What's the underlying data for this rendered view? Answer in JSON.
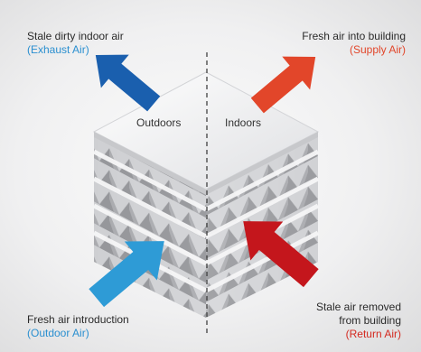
{
  "captions": {
    "top_left": {
      "title": "Stale dirty indoor air",
      "sub": "(Exhaust Air)"
    },
    "top_right": {
      "title": "Fresh air into building",
      "sub": "(Supply Air)"
    },
    "bottom_left": {
      "title": "Fresh air introduction",
      "sub": "(Outdoor Air)"
    },
    "bottom_right": {
      "title_line1": "Stale air removed",
      "title_line2": "from building",
      "sub": "(Return Air)"
    }
  },
  "zones": {
    "outdoors": "Outdoors",
    "indoors": "Indoors"
  },
  "colors": {
    "exhaust": "#1a5fae",
    "supply": "#e2462a",
    "outdoor": "#2e9bd6",
    "return": "#c4161c",
    "exhaust_text": "#2a8fd0",
    "supply_text": "#e2462a",
    "outdoor_text": "#2a8fd0",
    "return_text": "#d42a20"
  }
}
